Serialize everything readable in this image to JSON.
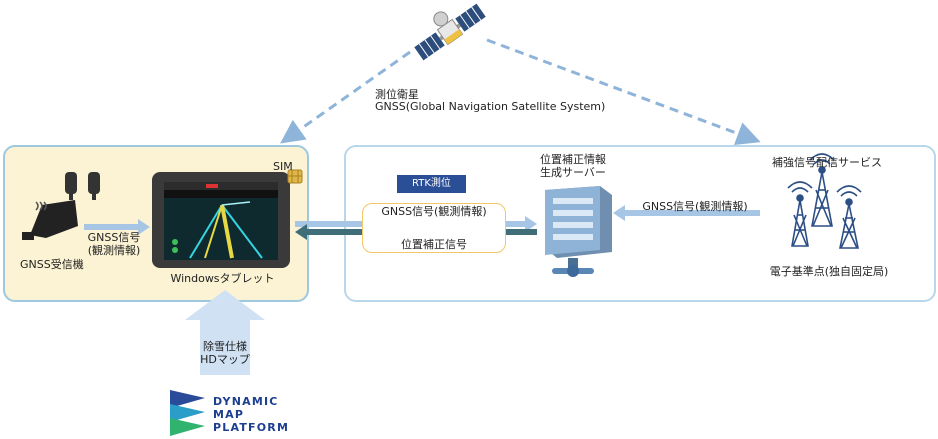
{
  "satellite": {
    "title": "測位衛星",
    "subtitle": "GNSS(Global Navigation Satellite System)"
  },
  "left_panel": {
    "receiver_label": "GNSS受信機",
    "signal_label_line1": "GNSS信号",
    "signal_label_line2": "(観測情報)",
    "tablet_label": "Windowsタブレット",
    "sim_label": "SIM"
  },
  "middle": {
    "rtk_label": "RTK測位",
    "gnss_signal_label": "GNSS信号(観測情報)",
    "correction_signal_label": "位置補正信号"
  },
  "server": {
    "title_line1": "位置補正情報",
    "title_line2": "生成サーバー"
  },
  "service": {
    "title": "補強信号配信サービス",
    "incoming_label": "GNSS信号(観測情報)",
    "station_label": "電子基準点(独自固定局)"
  },
  "map_input": {
    "line1": "除雪仕様",
    "line2": "HDマップ"
  },
  "logo": {
    "line1": "DYNAMIC",
    "line2": "MAP",
    "line3": "PLATFORM"
  },
  "colors": {
    "arrow_blue": "#8eb4d9",
    "arrow_dark": "#3f6e79",
    "panel_yellow": "#fbf3d3",
    "badge_blue": "#2b4f97"
  }
}
